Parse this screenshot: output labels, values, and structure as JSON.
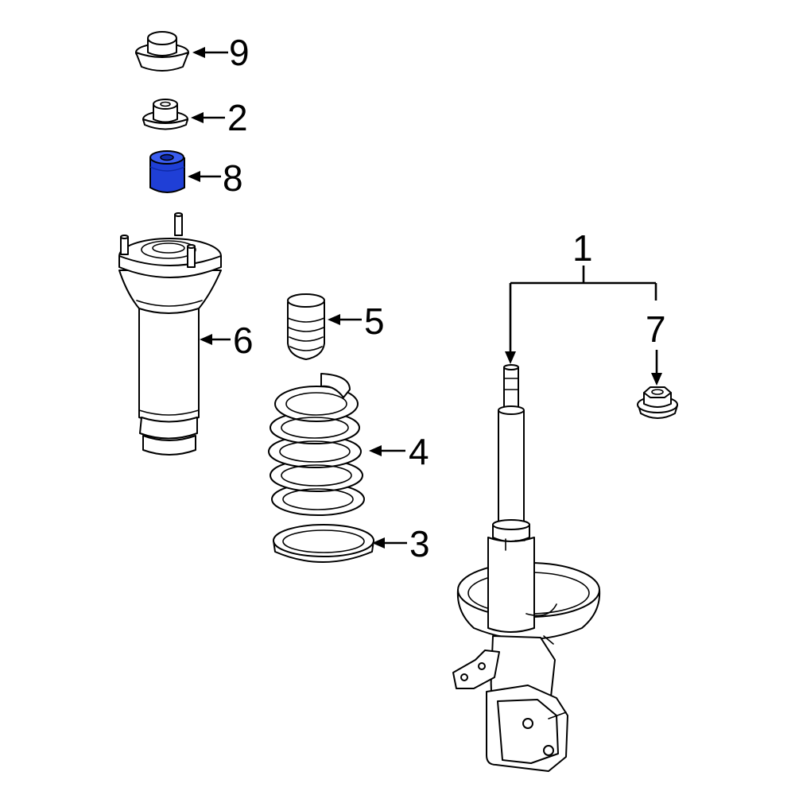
{
  "callouts": {
    "c1": "1",
    "c2": "2",
    "c3": "3",
    "c4": "4",
    "c5": "5",
    "c6": "6",
    "c7": "7",
    "c8": "8",
    "c9": "9"
  },
  "colors": {
    "highlight": "#1f3fd6",
    "highlight_dark": "#0f2aa8",
    "line": "#000000",
    "background": "#ffffff"
  }
}
